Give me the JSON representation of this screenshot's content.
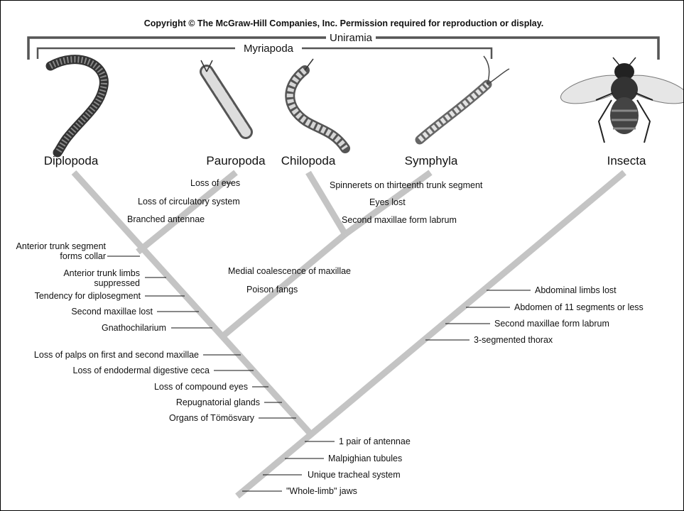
{
  "copyright": "Copyright © The McGraw-Hill Companies, Inc. Permission required for reproduction or display.",
  "groups": {
    "outer": "Uniramia",
    "inner": "Myriapoda"
  },
  "taxa": {
    "diplopoda": "Diplopoda",
    "pauropoda": "Pauropoda",
    "chilopoda": "Chilopoda",
    "symphyla": "Symphyla",
    "insecta": "Insecta"
  },
  "characters": {
    "loss_of_eyes": "Loss of eyes",
    "loss_circulatory": "Loss of circulatory system",
    "branched_antennae": "Branched antennae",
    "spinnerets": "Spinnerets on thirteenth trunk segment",
    "eyes_lost": "Eyes lost",
    "second_maxillae_labrum_sym": "Second maxillae form labrum",
    "collar_line1": "Anterior trunk segment",
    "collar_line2": "forms collar",
    "limbs_line1": "Anterior trunk limbs",
    "limbs_line2": "suppressed",
    "diplosegment": "Tendency for diplosegment",
    "second_maxillae_lost": "Second maxillae lost",
    "gnathochilarium": "Gnathochilarium",
    "medial_coalescence": "Medial coalescence of maxillae",
    "poison_fangs": "Poison fangs",
    "loss_palps": "Loss of palps on first and second maxillae",
    "loss_ceca": "Loss of endodermal digestive ceca",
    "loss_compound_eyes": "Loss of compound eyes",
    "repugnatorial": "Repugnatorial glands",
    "tomosvary": "Organs of Tömösvary",
    "abdominal_limbs_lost": "Abdominal limbs lost",
    "abdomen_11": "Abdomen of 11 segments or less",
    "second_maxillae_labrum_ins": "Second maxillae form labrum",
    "thorax3": "3-segmented thorax",
    "antennae_pair": "1 pair of antennae",
    "malpighian": "Malpighian tubules",
    "tracheal": "Unique tracheal system",
    "whole_limb": "\"Whole-limb\" jaws"
  }
}
